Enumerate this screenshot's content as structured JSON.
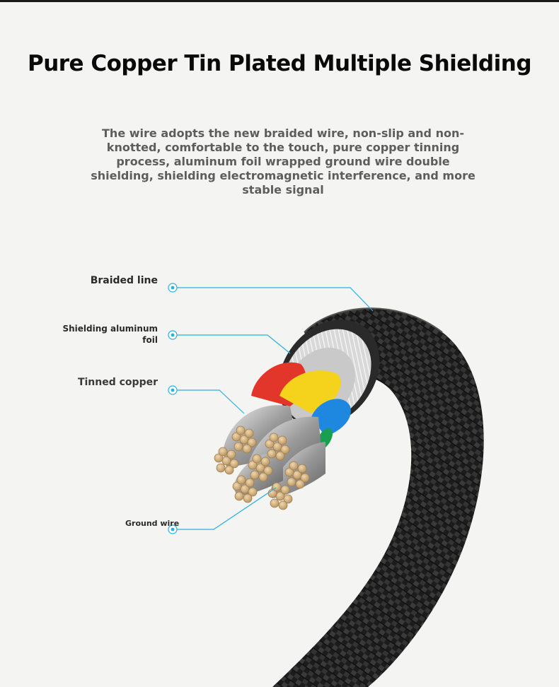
{
  "title": "Pure Copper Tin Plated Multiple Shielding",
  "description": "The wire adopts the new braided wire, non-slip and non-knotted, comfortable to the touch, pure copper tinning process, aluminum foil wrapped ground wire double shielding, shielding electromagnetic interference, and more stable signal",
  "callouts": {
    "braided": "Braided line",
    "foil": "Shielding aluminum foil",
    "tinned": "Tinned copper",
    "ground": "Ground wire"
  },
  "colors": {
    "accent": "#2ab0e0",
    "braid": "#1e1e1e",
    "red": "#e2362b",
    "yellow": "#f5d21b",
    "blue": "#1e88e0",
    "green": "#18a050",
    "copper": "#d9b88a"
  }
}
